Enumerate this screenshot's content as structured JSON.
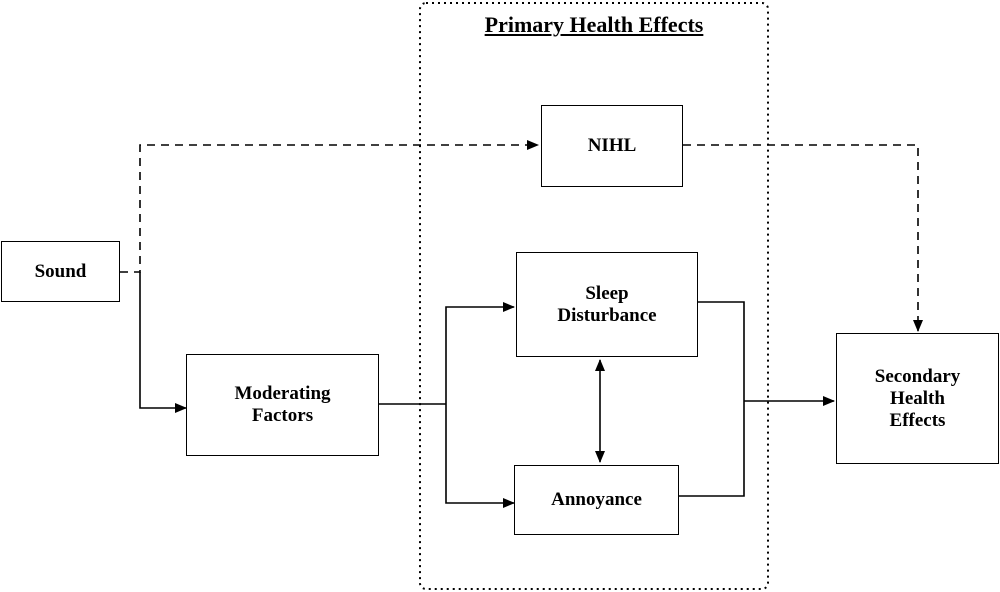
{
  "region": {
    "title": "Primary Health Effects"
  },
  "nodes": {
    "sound": "Sound",
    "moderating": "Moderating\nFactors",
    "nihl": "NIHL",
    "sleep": "Sleep\nDisturbance",
    "annoyance": "Annoyance",
    "secondary": "Secondary\nHealth\nEffects"
  },
  "edges": [
    {
      "from": "sound",
      "to": "nihl",
      "style": "dashed"
    },
    {
      "from": "sound",
      "to": "moderating",
      "style": "solid"
    },
    {
      "from": "moderating",
      "to": "sleep",
      "style": "solid"
    },
    {
      "from": "moderating",
      "to": "annoyance",
      "style": "solid"
    },
    {
      "from": "sleep",
      "to": "annoyance",
      "style": "solid",
      "bidirectional": true
    },
    {
      "from": "nihl",
      "to": "secondary",
      "style": "dashed"
    },
    {
      "from": "sleep",
      "to": "secondary",
      "style": "solid"
    },
    {
      "from": "annoyance",
      "to": "secondary",
      "style": "solid"
    }
  ]
}
